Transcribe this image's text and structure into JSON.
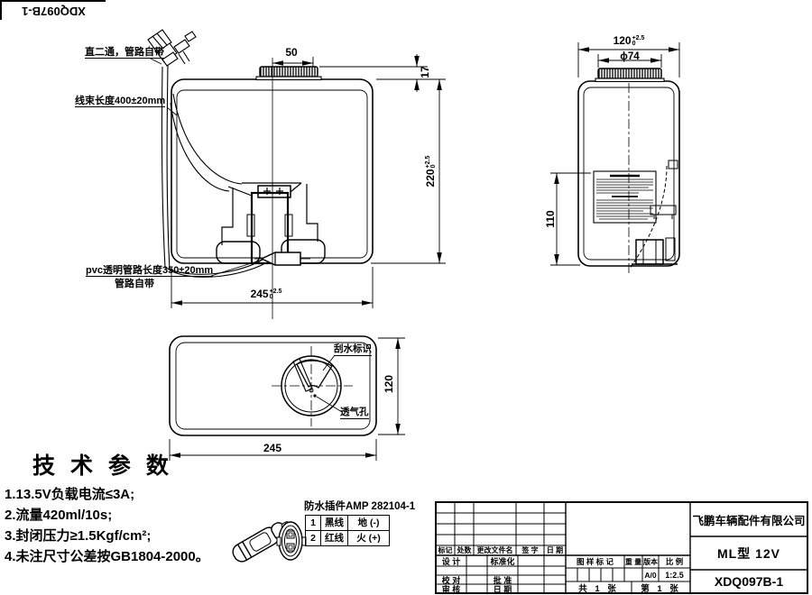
{
  "colors": {
    "background": "#ffffff",
    "line": "#000000"
  },
  "corner_stamp": {
    "code": "XDQ097B-1"
  },
  "front_view": {
    "callout_tee": "直二通，管路自带",
    "callout_harness": "线束长度400±20mm",
    "callout_pvc_1": "pvc透明管路长度350±20mm",
    "callout_pvc_2": "管路自带",
    "dim_cap_neck": "50",
    "dim_cap_height": "17",
    "dim_width": "245",
    "dim_width_tol_upper": "+2.5",
    "dim_width_tol_lower": "0",
    "dim_height": "220",
    "dim_height_tol_upper": "+2.5",
    "dim_height_tol_lower": "0"
  },
  "side_view": {
    "dim_depth": "120",
    "dim_depth_tol_upper": "+2.5",
    "dim_depth_tol_lower": "0",
    "dim_cap_diameter": "ϕ74",
    "dim_pocket_height": "110"
  },
  "top_view": {
    "callout_wiper": "刮水标识",
    "callout_vent": "透气孔",
    "dim_width": "245",
    "dim_depth": "120"
  },
  "tech_params": {
    "title": "技 术 参 数",
    "items": [
      "1.13.5V负载电流≤3A;",
      "2.流量420ml/10s;",
      "3.封闭压力≥1.5Kgf/cm²;",
      "4.未注尺寸公差按GB1804-2000。"
    ]
  },
  "connector": {
    "title": "防水插件AMP 282104-1",
    "rows": [
      {
        "no": "1",
        "wire": "黑线",
        "terminal": "地 (-)"
      },
      {
        "no": "2",
        "wire": "红线",
        "terminal": "火 (+)"
      }
    ]
  },
  "title_block": {
    "company": "飞鹏车辆配件有限公司",
    "model": "ML型 12V",
    "drawing_no": "XDQ097B-1",
    "rev_header": [
      "标记",
      "处数",
      "更改文件名",
      "签 字",
      "日 期"
    ],
    "roles": {
      "design": "设 计",
      "standardize": "标准化",
      "check": "校 对",
      "approve": "批 准",
      "audit": "审 核",
      "date": "日 期"
    },
    "mark_header": {
      "drawing_mark": "图 样 标 记",
      "weight": "重 量",
      "version": "版本",
      "scale": "比 例"
    },
    "version_value": "A/0",
    "scale_value": "1:2.5",
    "sheet_total": "共 1 张",
    "sheet_index": "第 1 张"
  }
}
